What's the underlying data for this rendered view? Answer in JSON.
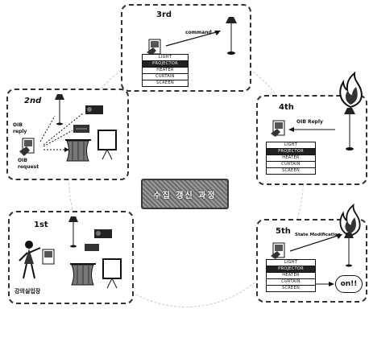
{
  "center_label": "수집 갱신 과정",
  "panels": {
    "third": {
      "title": "3rd",
      "arrow_label": "command",
      "table": [
        "LIGHT",
        "PROJECTOR",
        "HEATER",
        "CURTAIN",
        "SCREEN"
      ],
      "highlight": 1
    },
    "second": {
      "title": "2nd",
      "oib_reply": "OIB\nreply",
      "oib_request": "OIB\nrequest"
    },
    "fourth": {
      "title": "4th",
      "arrow_label": "OIB Reply",
      "table": [
        "LIGHT",
        "PROJECTOR",
        "HEATER",
        "CURTAIN",
        "SCREEN"
      ],
      "highlight": 1
    },
    "first": {
      "title": "1st",
      "caption": "강의실입장"
    },
    "fifth": {
      "title": "5th",
      "arrow_label": "State Modification",
      "table": [
        "LIGHT",
        "PROJECTOR",
        "HEATER",
        "CURTAIN",
        "SCREEN"
      ],
      "highlight": 1,
      "button": "on!!"
    }
  }
}
